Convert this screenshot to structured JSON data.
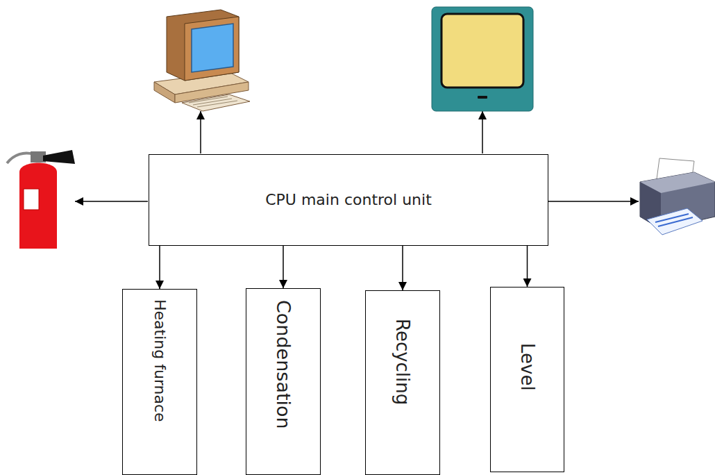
{
  "diagram": {
    "nodes": [
      {
        "text": [
          "CPU main control unit"
        ]
      },
      {
        "text": [
          "Heating furnace"
        ]
      },
      {
        "text": [
          "Condensation"
        ]
      },
      {
        "text": [
          "Recycling"
        ]
      },
      {
        "text": [
          "Level"
        ]
      }
    ],
    "edges": [
      {
        "from": 0,
        "to": 1,
        "arrow": "to"
      },
      {
        "from": 0,
        "to": 2,
        "arrow": "to"
      },
      {
        "from": 0,
        "to": 3,
        "arrow": "to"
      },
      {
        "from": 0,
        "to": 4,
        "arrow": "to"
      }
    ]
  }
}
